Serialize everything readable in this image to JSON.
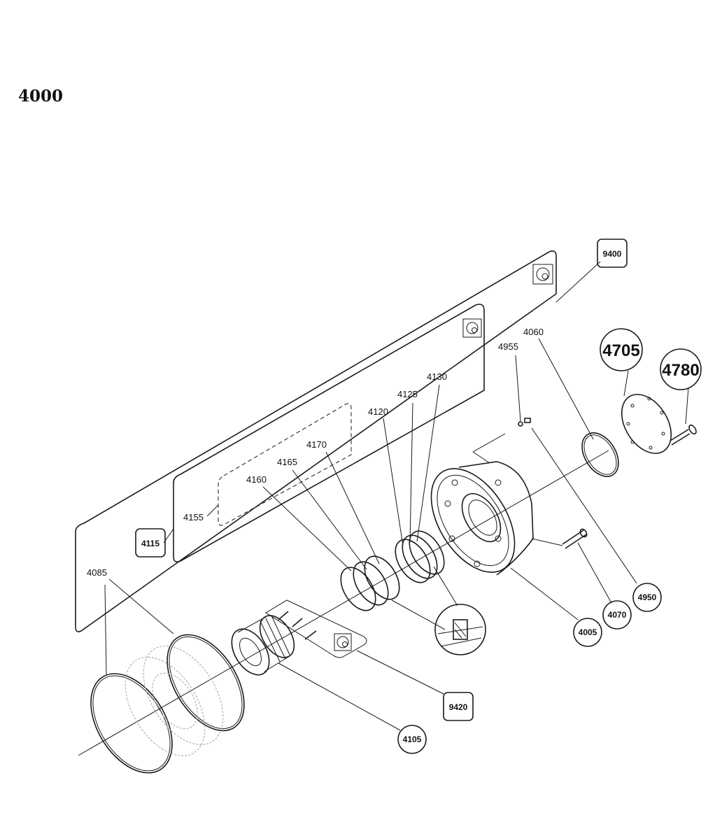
{
  "title": "4000",
  "callouts_plain": {
    "c4060": "4060",
    "c4955": "4955",
    "c4130": "4130",
    "c4125": "4125",
    "c4120": "4120",
    "c4170": "4170",
    "c4165": "4165",
    "c4160": "4160",
    "c4155": "4155",
    "c4085": "4085"
  },
  "callouts_boxed": {
    "c9400": "9400",
    "c4115": "4115",
    "c9420": "9420"
  },
  "callouts_circled": {
    "c4705": "4705",
    "c4780": "4780",
    "c4950": "4950",
    "c4070": "4070",
    "c4005": "4005",
    "c4105": "4105"
  }
}
